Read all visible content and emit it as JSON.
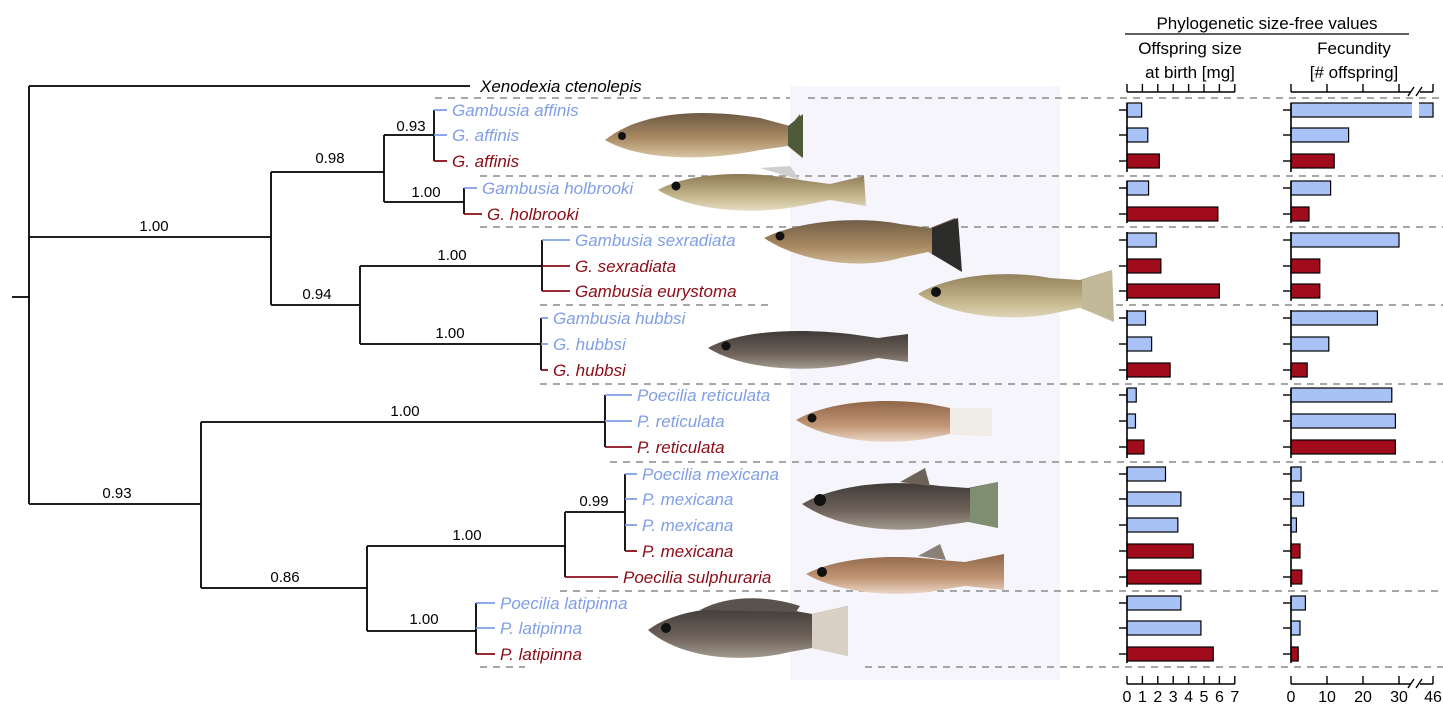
{
  "header": {
    "title": "Phylogenetic size-free values",
    "offspring_line1": "Offspring size",
    "offspring_line2": "at birth [mg]",
    "fecundity_line1": "Fecundity",
    "fecundity_line2": "[# offspring]"
  },
  "colors": {
    "blue_text": "#7f9ee6",
    "red_text": "#8b0b16",
    "blue_bar": "#a9c2f6",
    "red_bar": "#a10c1c",
    "branch": "#000000",
    "separator": "#9a9a9a"
  },
  "outgroup": "Xenodexia ctenolepis",
  "support_values": [
    "0.93",
    "0.98",
    "1.00",
    "1.00",
    "1.00",
    "0.94",
    "1.00",
    "1.00",
    "0.93",
    "0.99",
    "1.00",
    "0.86",
    "1.00"
  ],
  "taxa": [
    {
      "label": "Gambusia affinis",
      "color": "blue",
      "offspring": 0.95,
      "fecundity": 46
    },
    {
      "label": "G. affinis",
      "color": "blue",
      "offspring": 1.35,
      "fecundity": 16
    },
    {
      "label": "G. affinis",
      "color": "red",
      "offspring": 2.1,
      "fecundity": 12
    },
    {
      "label": "Gambusia holbrooki",
      "color": "blue",
      "offspring": 1.4,
      "fecundity": 11
    },
    {
      "label": "G. holbrooki",
      "color": "red",
      "offspring": 5.9,
      "fecundity": 5
    },
    {
      "label": "Gambusia sexradiata",
      "color": "blue",
      "offspring": 1.9,
      "fecundity": 30
    },
    {
      "label": "G. sexradiata",
      "color": "red",
      "offspring": 2.2,
      "fecundity": 8
    },
    {
      "label": "Gambusia eurystoma",
      "color": "red",
      "offspring": 6.0,
      "fecundity": 8
    },
    {
      "label": "Gambusia hubbsi",
      "color": "blue",
      "offspring": 1.2,
      "fecundity": 24
    },
    {
      "label": "G. hubbsi",
      "color": "blue",
      "offspring": 1.6,
      "fecundity": 10.5
    },
    {
      "label": "G. hubbsi",
      "color": "red",
      "offspring": 2.8,
      "fecundity": 4.5
    },
    {
      "label": "Poecilia reticulata",
      "color": "blue",
      "offspring": 0.6,
      "fecundity": 28
    },
    {
      "label": "P. reticulata",
      "color": "blue",
      "offspring": 0.55,
      "fecundity": 29
    },
    {
      "label": "P. reticulata",
      "color": "red",
      "offspring": 1.1,
      "fecundity": 29
    },
    {
      "label": "Poecilia mexicana",
      "color": "blue",
      "offspring": 2.5,
      "fecundity": 2.8
    },
    {
      "label": "P. mexicana",
      "color": "blue",
      "offspring": 3.5,
      "fecundity": 3.5
    },
    {
      "label": "P. mexicana",
      "color": "blue",
      "offspring": 3.3,
      "fecundity": 1.5
    },
    {
      "label": "P. mexicana",
      "color": "red",
      "offspring": 4.3,
      "fecundity": 2.5
    },
    {
      "label": "Poecilia sulphuraria",
      "color": "red",
      "offspring": 4.8,
      "fecundity": 3
    },
    {
      "label": "Poecilia latipinna",
      "color": "blue",
      "offspring": 3.5,
      "fecundity": 4
    },
    {
      "label": "P. latipinna",
      "color": "blue",
      "offspring": 4.8,
      "fecundity": 2.5
    },
    {
      "label": "P. latipinna",
      "color": "red",
      "offspring": 5.6,
      "fecundity": 2
    }
  ],
  "axes": {
    "offspring_ticks": [
      "0",
      "1",
      "2",
      "3",
      "4",
      "5",
      "6",
      "7"
    ],
    "fecundity_ticks": [
      "0",
      "10",
      "20",
      "30",
      "46"
    ]
  }
}
